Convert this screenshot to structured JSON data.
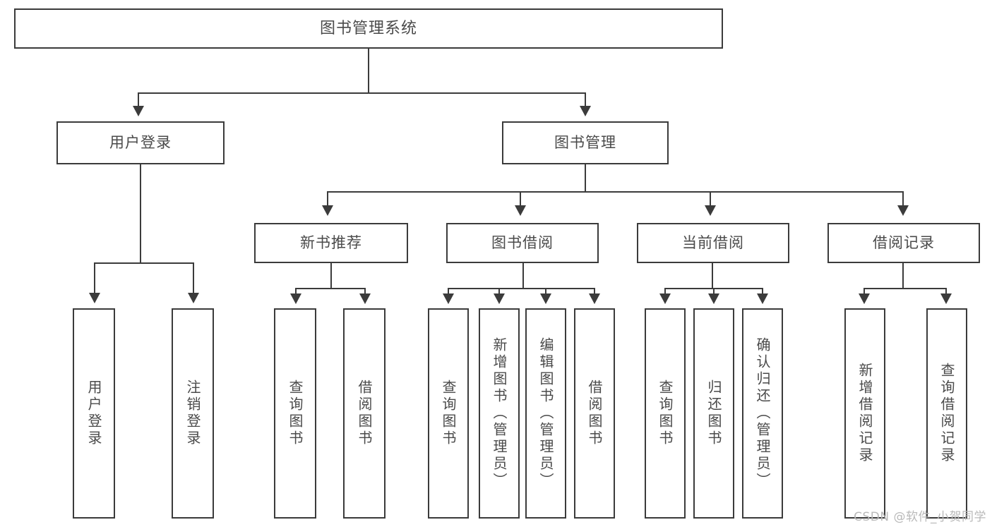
{
  "diagram": {
    "title": "图书管理系统",
    "type": "functional-structure-tree",
    "watermark": "CSDN @软件_小贺同学",
    "colors": {
      "stroke": "#3b3b3b",
      "text": "#4a4a4a",
      "background": "#ffffff",
      "watermark": "#b9b9b9"
    },
    "root": {
      "label": "图书管理系统"
    },
    "level2": [
      {
        "label": "用户登录"
      },
      {
        "label": "图书管理"
      }
    ],
    "level3": [
      {
        "label": "新书推荐"
      },
      {
        "label": "图书借阅"
      },
      {
        "label": "当前借阅"
      },
      {
        "label": "借阅记录"
      }
    ],
    "leaves": {
      "user_login": [
        {
          "label": "用户登录"
        },
        {
          "label": "注销登录"
        }
      ],
      "new_book_recommend": [
        {
          "label": "查询图书"
        },
        {
          "label": "借阅图书"
        }
      ],
      "book_borrow": [
        {
          "label": "查询图书"
        },
        {
          "label": "新增图书（管理员）"
        },
        {
          "label": "编辑图书（管理员）"
        },
        {
          "label": "借阅图书"
        }
      ],
      "current_borrow": [
        {
          "label": "查询图书"
        },
        {
          "label": "归还图书"
        },
        {
          "label": "确认归还（管理员）"
        }
      ],
      "borrow_records": [
        {
          "label": "新增借阅记录"
        },
        {
          "label": "查询借阅记录"
        }
      ]
    }
  }
}
